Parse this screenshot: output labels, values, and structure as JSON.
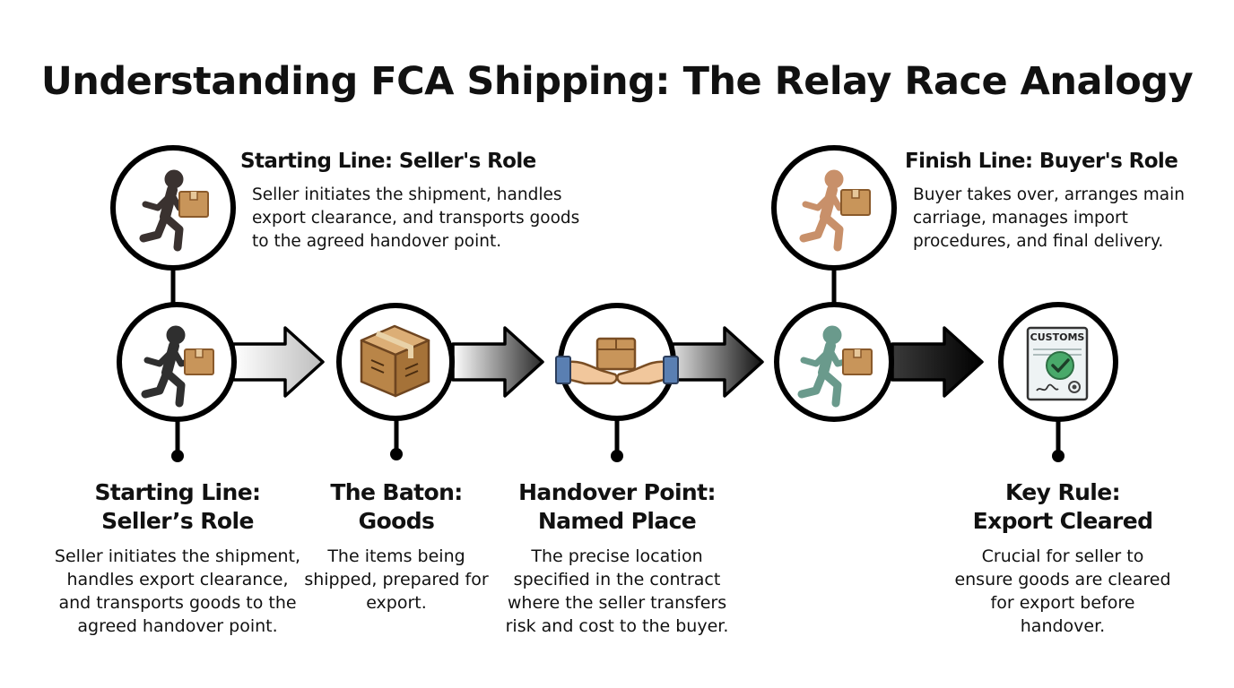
{
  "title": "Understanding FCA Shipping: The Relay Race Analogy",
  "top_callouts": [
    {
      "heading": "Starting Line: Seller's Role",
      "description": "Seller initiates the shipment, handles\nexport clearance, and transports goods\nto the agreed handover point.",
      "icon": "runner-carrying-box-icon"
    },
    {
      "heading": "Finish Line: Buyer's Role",
      "description": "Buyer takes over, arranges main\ncarriage, manages import\nprocedures, and final delivery.",
      "icon": "runner-carrying-box-icon"
    }
  ],
  "stages": [
    {
      "heading": "Starting Line:\nSeller’s Role",
      "description": "Seller initiates the shipment,\nhandles export clearance,\nand transports goods to the\nagreed handover point.",
      "icon": "runner-carrying-box-icon"
    },
    {
      "heading": "The Baton:\nGoods",
      "description": "The items being\nshipped, prepared for\nexport.",
      "icon": "cardboard-box-icon"
    },
    {
      "heading": "Handover Point:\nNamed Place",
      "description": "The precise location\nspecified in the contract\nwhere the seller transfers\nrisk and cost to the buyer.",
      "icon": "hands-passing-box-icon"
    },
    {
      "heading": "",
      "description": "",
      "icon": "runner-carrying-box-icon"
    },
    {
      "heading": "Key Rule:\nExport Cleared",
      "description": "Crucial for seller to\nensure goods are cleared\nfor export before\nhandover.",
      "icon": "customs-document-icon"
    }
  ],
  "customs_stamp_label": "CUSTOMS",
  "colors": {
    "seller_runner": "#2f2f2f",
    "buyer_runner_top": "#c8906a",
    "buyer_runner_bottom": "#6a9a8c",
    "box": "#c8955a",
    "box_dark": "#8a5a2b",
    "customs_check": "#49a96a"
  }
}
